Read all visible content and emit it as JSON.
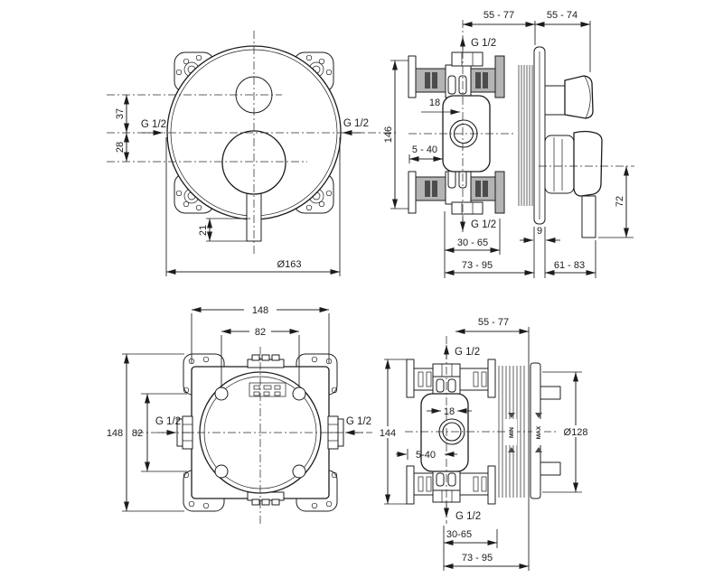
{
  "drawing": {
    "trim_front": {
      "diameter": "Ø163",
      "top_offset": "37",
      "bottom_offset": "28",
      "stem_offset": "21",
      "inlet_left": "G 1/2",
      "inlet_right": "G 1/2"
    },
    "trim_side": {
      "span_body": "55 - 77",
      "span_trim": "55 - 74",
      "outlet_top": "G 1/2",
      "outlet_bottom": "G 1/2",
      "height": "146",
      "center_offset": "18",
      "adjust_range": "5 - 40",
      "plate_thickness": "9",
      "depth_min": "30 - 65",
      "depth_total": "73 - 95",
      "trim_depth": "61 - 83",
      "handle_drop": "72"
    },
    "box_front": {
      "width": "148",
      "hole_spacing_h": "82",
      "height": "148",
      "hole_spacing_v": "82",
      "inlet_left": "G 1/2",
      "inlet_right": "G 1/2"
    },
    "box_side": {
      "span_body": "55 - 77",
      "outlet_top": "G 1/2",
      "outlet_bottom": "G 1/2",
      "height": "144",
      "center_offset": "18",
      "adjust_range": "5-40",
      "min": "MIN",
      "max": "MAX",
      "diameter": "Ø128",
      "depth_min": "30-65",
      "depth_total": "73 - 95"
    }
  }
}
